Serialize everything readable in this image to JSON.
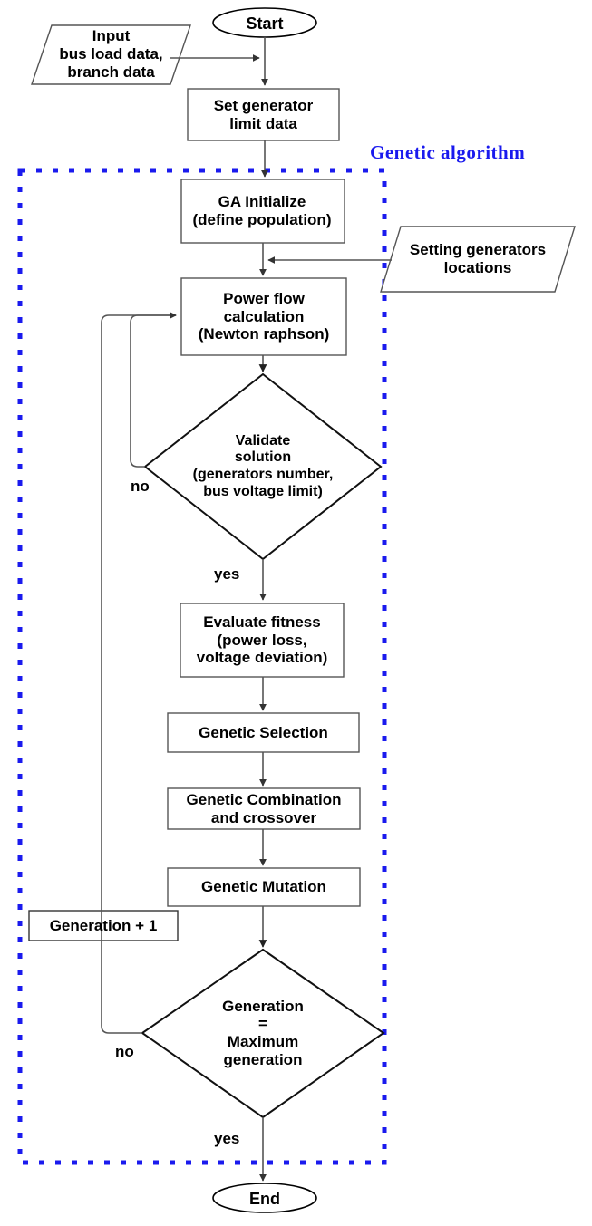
{
  "diagram": {
    "title_annotation": "Genetic  algorithm",
    "accent_color": "#1a1aee",
    "stroke_color": "#333333",
    "text_color": "#000000",
    "background": "#ffffff"
  },
  "nodes": {
    "start": {
      "label": "Start",
      "shape": "terminator"
    },
    "input_data": {
      "label": "Input\nbus load data,\nbranch data",
      "shape": "parallelogram"
    },
    "set_generator_limits": {
      "label": "Set generator\nlimit data",
      "shape": "process"
    },
    "ga_initialize": {
      "label": "GA Initialize\n(define population)",
      "shape": "process"
    },
    "setting_generators": {
      "label": "Setting generators\nlocations",
      "shape": "parallelogram"
    },
    "power_flow": {
      "label": "Power flow\ncalculation\n(Newton raphson)",
      "shape": "process"
    },
    "validate_solution": {
      "label": "Validate\nsolution\n(generators number,\nbus voltage limit)",
      "shape": "decision"
    },
    "evaluate_fitness": {
      "label": "Evaluate fitness\n(power loss,\nvoltage deviation)",
      "shape": "process"
    },
    "genetic_selection": {
      "label": "Genetic Selection",
      "shape": "process"
    },
    "genetic_combination": {
      "label": "Genetic Combination\nand crossover",
      "shape": "process"
    },
    "genetic_mutation": {
      "label": "Genetic Mutation",
      "shape": "process"
    },
    "generation_increment": {
      "label": "Generation + 1",
      "shape": "process"
    },
    "generation_check": {
      "label": "Generation\n=\nMaximum\ngeneration",
      "shape": "decision"
    },
    "end": {
      "label": "End",
      "shape": "terminator"
    }
  },
  "edge_labels": {
    "validate_no": "no",
    "validate_yes": "yes",
    "generation_no": "no",
    "generation_yes": "yes"
  }
}
